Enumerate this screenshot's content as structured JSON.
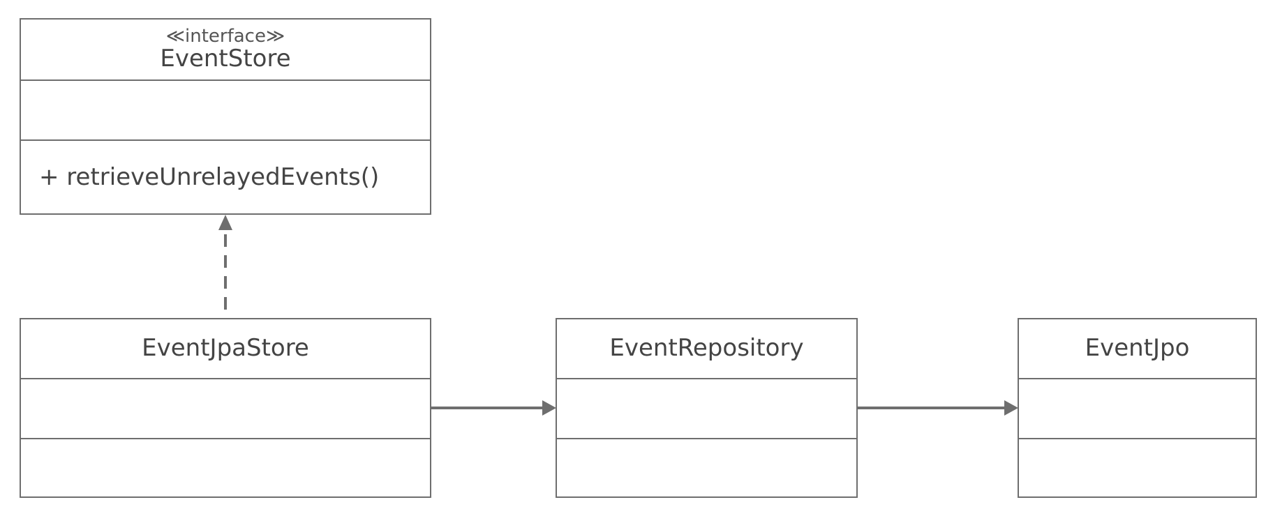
{
  "diagram": {
    "classes": {
      "event_store": {
        "stereotype": "≪interface≫",
        "name": "EventStore",
        "operations": [
          "+ retrieveUnrelayedEvents()"
        ]
      },
      "event_jpa_store": {
        "name": "EventJpaStore"
      },
      "event_repository": {
        "name": "EventRepository"
      },
      "event_jpo": {
        "name": "EventJpo"
      }
    },
    "relationships": [
      {
        "from": "EventJpaStore",
        "to": "EventStore",
        "kind": "realization"
      },
      {
        "from": "EventJpaStore",
        "to": "EventRepository",
        "kind": "association"
      },
      {
        "from": "EventRepository",
        "to": "EventJpo",
        "kind": "association"
      }
    ],
    "line_color": "#6e6e6e"
  }
}
